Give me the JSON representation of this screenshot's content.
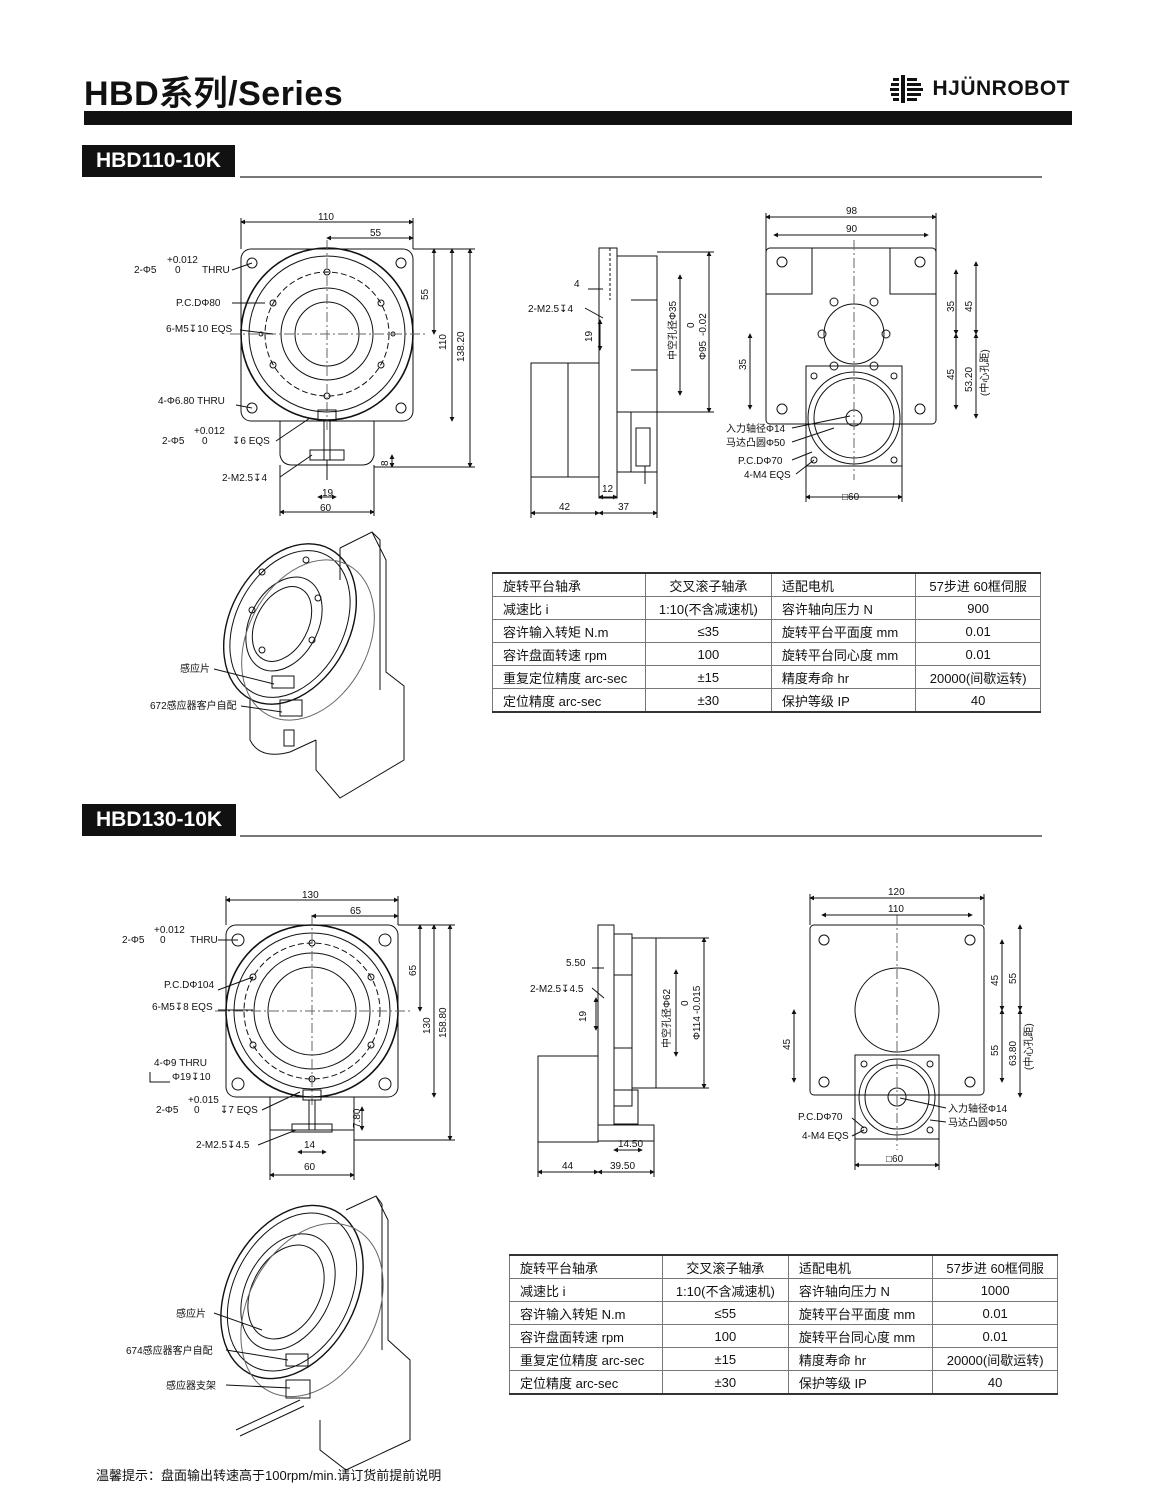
{
  "header": {
    "title": "HBD系列/Series",
    "brand": "HJÜNROBOT"
  },
  "sections": [
    {
      "model": "HBD110-10K",
      "front_view": {
        "width": "110",
        "half_width": "55",
        "height_half": "55",
        "height": "110",
        "total_height": "138.20",
        "pin_hole_label": "2-Φ5",
        "pin_hole_tol": "+0.012",
        "pin_hole_tol_low": "0",
        "pin_hole_thru": "THRU",
        "pcd": "P.C.DΦ80",
        "tap_holes": "6-M5↧10 EQS",
        "thru_holes": "4-Φ6.80 THRU",
        "pin_hole2_label": "2-Φ5",
        "pin_hole2_tol": "+0.012",
        "pin_hole2_tol_low": "0",
        "pin_hole2_depth": "↧6 EQS",
        "sensor_tap": "2-M2.5↧4",
        "sensor_width": "19",
        "sensor_h": "8",
        "bottom_width": "60"
      },
      "side_view": {
        "top_gap": "4",
        "sensor_tap": "2-M2.5↧4",
        "spacing": "19",
        "hollow": "中空孔径Φ35",
        "bore": "Φ95",
        "bore_tol_upper": "0",
        "bore_tol_lower": "-0.02",
        "bottom_small": "12",
        "bottom_left": "42",
        "bottom_right": "37"
      },
      "back_view": {
        "width": "98",
        "inner_width": "90",
        "d35_right": "35",
        "d45_right": "45",
        "d35_left": "35",
        "d45_lower": "45",
        "center_dist": "53.20",
        "center_dist_note": "(中心孔距)",
        "input_shaft": "入力轴径Φ14",
        "motor_boss": "马达凸圆Φ50",
        "pcd": "P.C.DΦ70",
        "tap_holes": "4-M4 EQS",
        "motor_square": "□60"
      },
      "iso_labels": [
        "感应片",
        "672感应器客户自配"
      ],
      "specs": [
        [
          "旋转平台轴承",
          "交叉滚子轴承",
          "适配电机",
          "57步进 60框伺服"
        ],
        [
          "减速比 i",
          "1:10(不含减速机)",
          "容许轴向压力 N",
          "900"
        ],
        [
          "容许输入转矩 N.m",
          "≤35",
          "旋转平台平面度 mm",
          "0.01"
        ],
        [
          "容许盘面转速 rpm",
          "100",
          "旋转平台同心度 mm",
          "0.01"
        ],
        [
          "重复定位精度 arc-sec",
          "±15",
          "精度寿命 hr",
          "20000(间歇运转)"
        ],
        [
          "定位精度 arc-sec",
          "±30",
          "保护等级 IP",
          "40"
        ]
      ]
    },
    {
      "model": "HBD130-10K",
      "front_view": {
        "width": "130",
        "half_width": "65",
        "height_half": "65",
        "height": "130",
        "total_height": "158.80",
        "pin_hole_label": "2-Φ5",
        "pin_hole_tol": "+0.012",
        "pin_hole_tol_low": "0",
        "pin_hole_thru": "THRU",
        "pcd": "P.C.DΦ104",
        "tap_holes": "6-M5↧8 EQS",
        "thru_holes": "4-Φ9 THRU",
        "counterbore": "Φ19↧10",
        "pin_hole2_label": "2-Φ5",
        "pin_hole2_tol": "+0.015",
        "pin_hole2_tol_low": "0",
        "pin_hole2_depth": "↧7 EQS",
        "sensor_tap": "2-M2.5↧4.5",
        "sensor_width": "14",
        "sensor_h": "7.80",
        "bottom_width": "60"
      },
      "side_view": {
        "top_gap": "5.50",
        "sensor_tap": "2-M2.5↧4.5",
        "spacing": "19",
        "hollow": "中空孔径Φ62",
        "bore": "Φ114",
        "bore_tol_upper": "0",
        "bore_tol_lower": "-0.015",
        "bottom_small": "14.50",
        "bottom_left": "44",
        "bottom_right": "39.50"
      },
      "back_view": {
        "width": "120",
        "inner_width": "110",
        "d45_right": "45",
        "d55_right": "55",
        "d45_left": "45",
        "d55_lower": "55",
        "center_dist": "63.80",
        "center_dist_note": "(中心孔距)",
        "input_shaft": "入力轴径Φ14",
        "motor_boss": "马达凸圆Φ50",
        "pcd": "P.C.DΦ70",
        "tap_holes": "4-M4 EQS",
        "motor_square": "□60"
      },
      "iso_labels": [
        "感应片",
        "674感应器客户自配",
        "感应器支架"
      ],
      "specs": [
        [
          "旋转平台轴承",
          "交叉滚子轴承",
          "适配电机",
          "57步进 60框伺服"
        ],
        [
          "减速比 i",
          "1:10(不含减速机)",
          "容许轴向压力 N",
          "1000"
        ],
        [
          "容许输入转矩 N.m",
          "≤55",
          "旋转平台平面度 mm",
          "0.01"
        ],
        [
          "容许盘面转速 rpm",
          "100",
          "旋转平台同心度 mm",
          "0.01"
        ],
        [
          "重复定位精度 arc-sec",
          "±15",
          "精度寿命 hr",
          "20000(间歇运转)"
        ],
        [
          "定位精度 arc-sec",
          "±30",
          "保护等级 IP",
          "40"
        ]
      ]
    }
  ],
  "footer": {
    "note": "温馨提示：盘面输出转速高于100rpm/min.请订货前提前说明"
  }
}
